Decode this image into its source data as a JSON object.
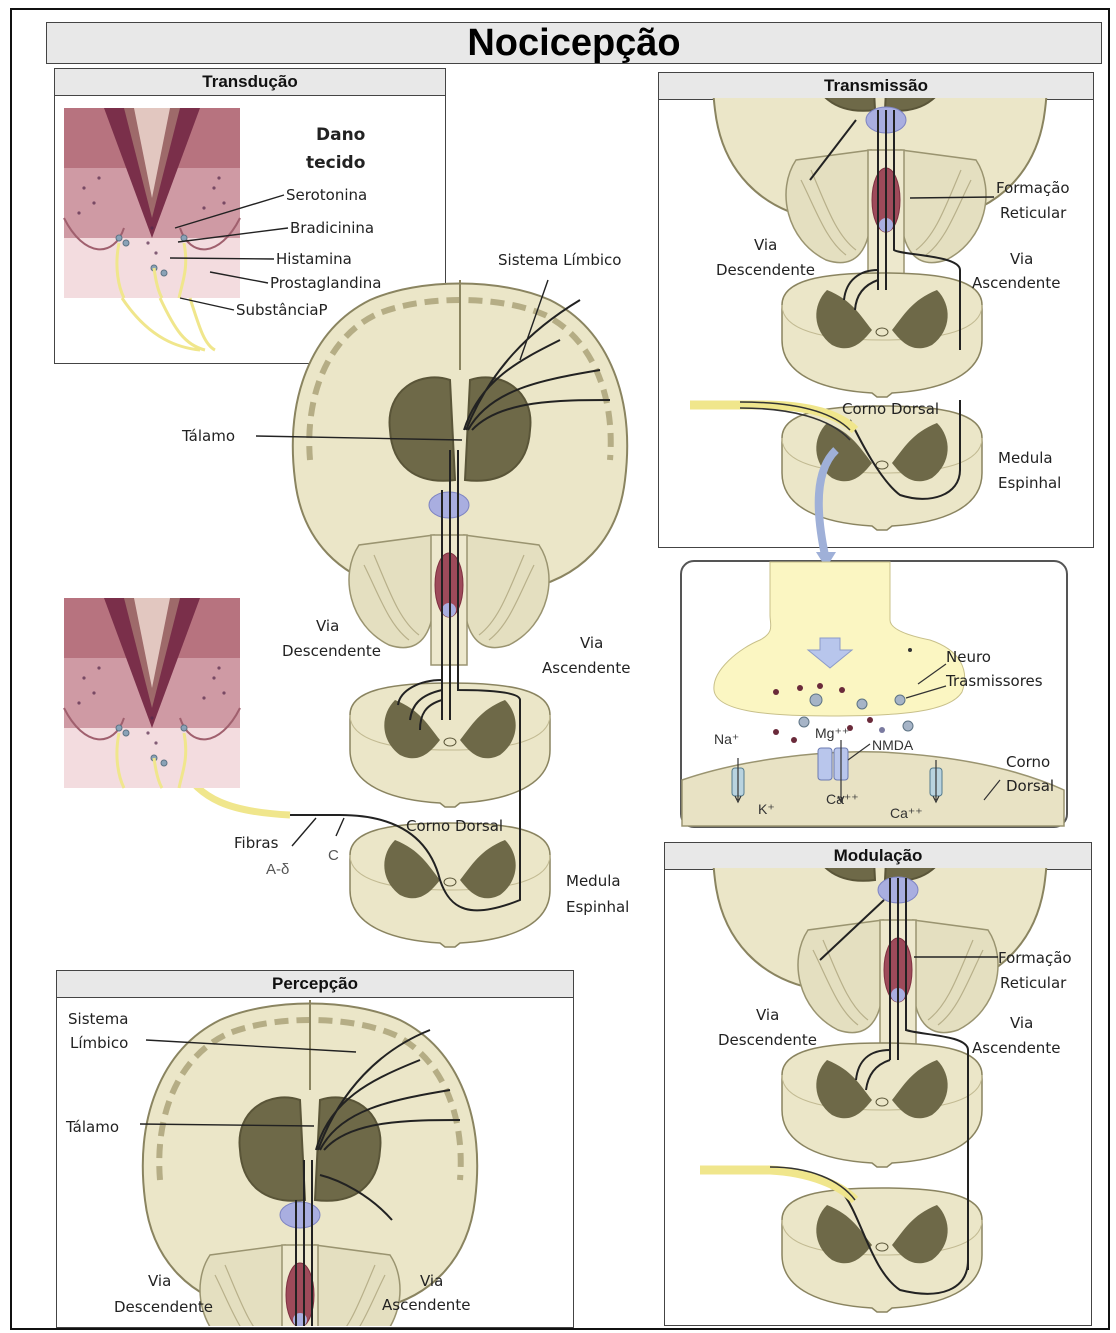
{
  "title": "Nocicepção",
  "panels": {
    "transducao": "Transdução",
    "transmissao": "Transmissão",
    "modulacao": "Modulação",
    "percepcao": "Percepção"
  },
  "skin_labels": {
    "dano_l1": "Dano",
    "dano_l2": "tecido",
    "serotonina": "Serotonina",
    "bradicinina": "Bradicinina",
    "histamina": "Histamina",
    "prostaglandina": "Prostaglandina",
    "substancia_p": "SubstânciaP"
  },
  "center_labels": {
    "sistema_limbico": "Sistema Límbico",
    "talamo": "Tálamo",
    "via_desc_l1": "Via",
    "via_desc_l2": "Descendente",
    "via_asc_l1": "Via",
    "via_asc_l2": "Ascendente",
    "corno_dorsal": "Corno Dorsal",
    "fibras": "Fibras",
    "a_delta": "A-δ",
    "c": "C",
    "medula_l1": "Medula",
    "medula_l2": "Espinhal"
  },
  "transmissao_labels": {
    "formacao_l1": "Formação",
    "formacao_l2": "Reticular",
    "via_desc_l1": "Via",
    "via_desc_l2": "Descendente",
    "via_asc_l1": "Via",
    "via_asc_l2": "Ascendente",
    "corno_dorsal": "Corno Dorsal",
    "medula_l1": "Medula",
    "medula_l2": "Espinhal"
  },
  "synapse_labels": {
    "neuro_l1": "Neuro",
    "neuro_l2": "Trasmissores",
    "na": "Na⁺",
    "mg": "Mg⁺⁺",
    "nmda": "NMDA",
    "k": "K⁺",
    "ca1": "Ca⁺⁺",
    "ca2": "Ca⁺⁺",
    "corno_l1": "Corno",
    "corno_l2": "Dorsal"
  },
  "modulacao_labels": {
    "formacao_l1": "Formação",
    "formacao_l2": "Reticular",
    "via_desc_l1": "Via",
    "via_desc_l2": "Descendente",
    "via_asc_l1": "Via",
    "via_asc_l2": "Ascendente"
  },
  "percepcao_labels": {
    "sistema_l1": "Sistema",
    "sistema_l2": "Límbico",
    "talamo": "Tálamo",
    "via_desc_l1": "Via",
    "via_desc_l2": "Descendente",
    "via_asc_l1": "Via",
    "via_asc_l2": "Ascendente"
  },
  "colors": {
    "brain_fill": "#ebe6c8",
    "brain_stroke": "#8a8460",
    "gray_matter": "#6e6948",
    "reticular": "#9e4a5a",
    "pons_blue": "#a9aee0",
    "skin_pink": "#d9a6b0",
    "skin_dark": "#8a3c55",
    "nerve_yellow": "#f0e68c",
    "terminal_yellow": "#fbf6c2"
  }
}
